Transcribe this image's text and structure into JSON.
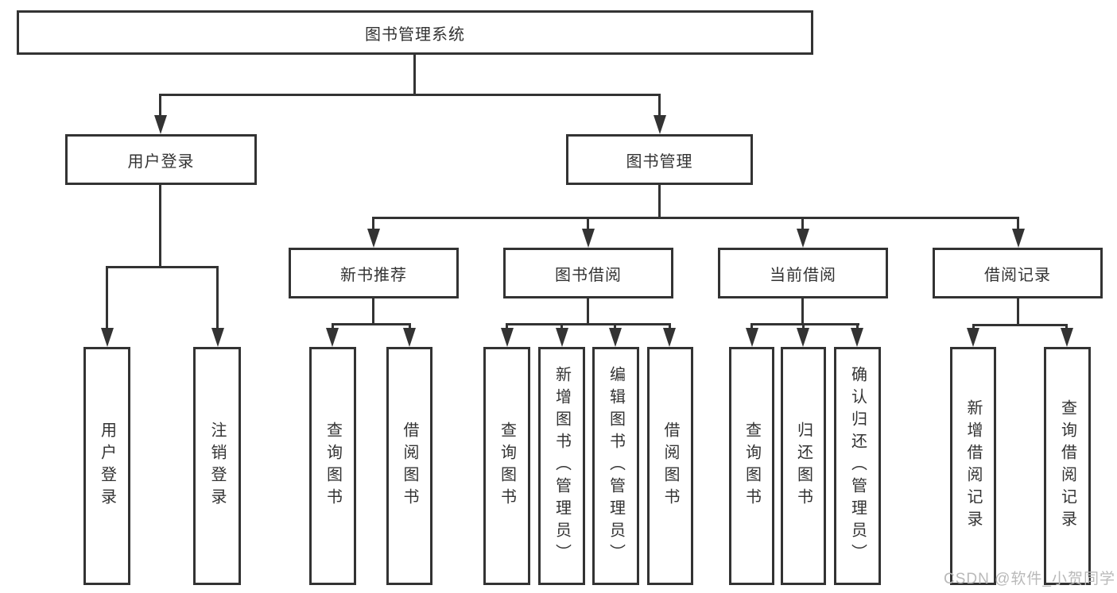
{
  "colors": {
    "line": "#333333",
    "text": "#333333",
    "background": "#ffffff",
    "watermark": "#b9b9b9"
  },
  "nodes": {
    "root": "图书管理系统",
    "login": "用户登录",
    "management": "图书管理",
    "headers": [
      "新书推荐",
      "图书借阅",
      "当前借阅",
      "借阅记录"
    ],
    "login_children": [
      "用户登录",
      "注销登录"
    ],
    "recommend_children": [
      "查询图书",
      "借阅图书"
    ],
    "borrow_children": [
      "查询图书",
      "新增图书（管理员）",
      "编辑图书（管理员）",
      "借阅图书"
    ],
    "current_children": [
      "查询图书",
      "归还图书",
      "确认归还（管理员）"
    ],
    "records_children": [
      "新增借阅记录",
      "查询借阅记录"
    ]
  },
  "watermark": "CSDN @软件_小贺同学"
}
